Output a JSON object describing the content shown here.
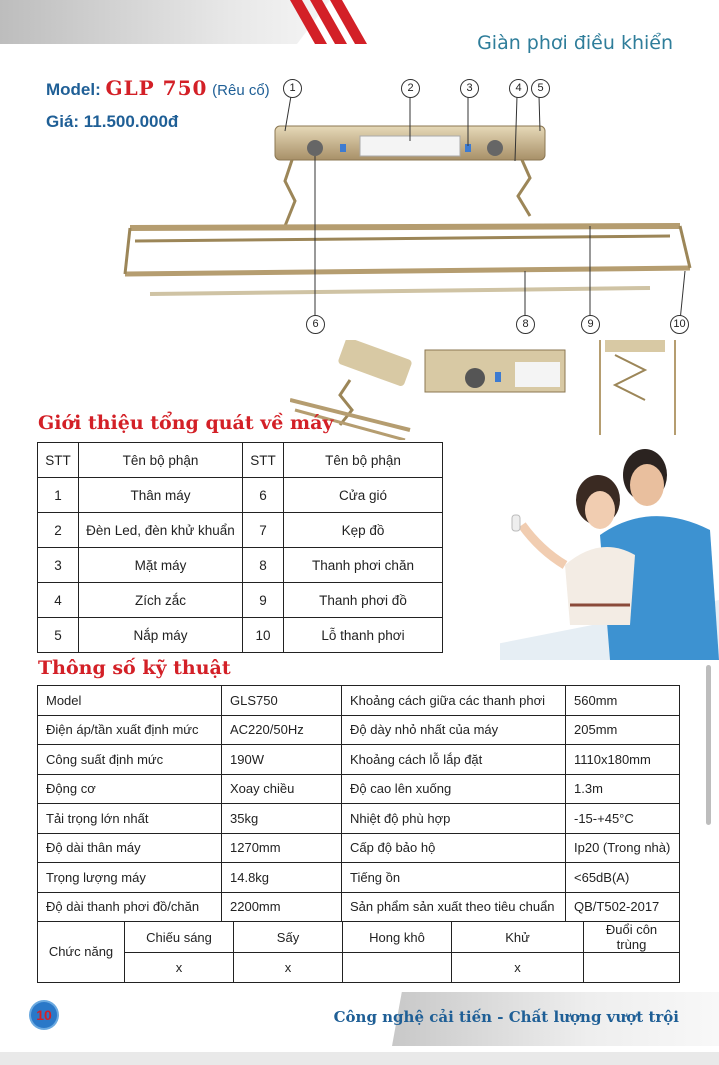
{
  "header": {
    "title": "Giàn phơi điều khiển"
  },
  "product": {
    "model_label": "Model:",
    "model_code": "GLP 750",
    "model_note": "(Rêu cổ)",
    "price": "Giá: 11.500.000đ"
  },
  "callouts": [
    "1",
    "2",
    "3",
    "4",
    "5",
    "6",
    "8",
    "9",
    "10"
  ],
  "sections": {
    "overview_title": "Giới thiệu tổng quát về máy",
    "specs_title": "Thông số kỹ thuật"
  },
  "parts_table": {
    "headers": [
      "STT",
      "Tên bộ phận",
      "STT",
      "Tên bộ phận"
    ],
    "rows": [
      [
        "1",
        "Thân máy",
        "6",
        "Cửa gió"
      ],
      [
        "2",
        "Đèn Led, đèn khử khuẩn",
        "7",
        "Kẹp đồ"
      ],
      [
        "3",
        "Mặt máy",
        "8",
        "Thanh phơi chăn"
      ],
      [
        "4",
        "Zích zắc",
        "9",
        "Thanh phơi đồ"
      ],
      [
        "5",
        "Nắp máy",
        "10",
        "Lỗ thanh phơi"
      ]
    ]
  },
  "specs_table": {
    "rows": [
      [
        "Model",
        "GLS750",
        "Khoảng cách giữa các thanh phơi",
        "560mm"
      ],
      [
        "Điện áp/tần xuất định mức",
        "AC220/50Hz",
        "Độ dày nhỏ nhất của máy",
        "205mm"
      ],
      [
        "Công suất định mức",
        "190W",
        "Khoảng cách lỗ lắp đặt",
        "1110x180mm"
      ],
      [
        "Động cơ",
        "Xoay chiều",
        "Độ cao lên xuống",
        "1.3m"
      ],
      [
        "Tải trọng lớn nhất",
        "35kg",
        "Nhiệt độ phù hợp",
        "-15-+45°C"
      ],
      [
        "Độ dài thân máy",
        "1270mm",
        "Cấp độ bảo hộ",
        "Ip20 (Trong nhà)"
      ],
      [
        "Trọng lượng máy",
        "14.8kg",
        "Tiếng ồn",
        "<65dB(A)"
      ],
      [
        "Độ dài thanh phơi đồ/chăn",
        "2200mm",
        "Sản phẩm sản xuất theo tiêu chuẩn",
        "QB/T502-2017"
      ]
    ],
    "function_label": "Chức năng",
    "function_headers": [
      "Chiếu sáng",
      "Sấy",
      "Hong khô",
      "Khử",
      "Đuổi côn trùng"
    ],
    "function_values": [
      "x",
      "x",
      "",
      "x",
      ""
    ]
  },
  "footer": {
    "page_number": "10",
    "slogan": "Công nghệ cải tiến - Chất lượng vượt trội"
  },
  "colors": {
    "accent_red": "#d32027",
    "accent_blue": "#1f5f96",
    "frame_gold": "#c9b58c"
  }
}
